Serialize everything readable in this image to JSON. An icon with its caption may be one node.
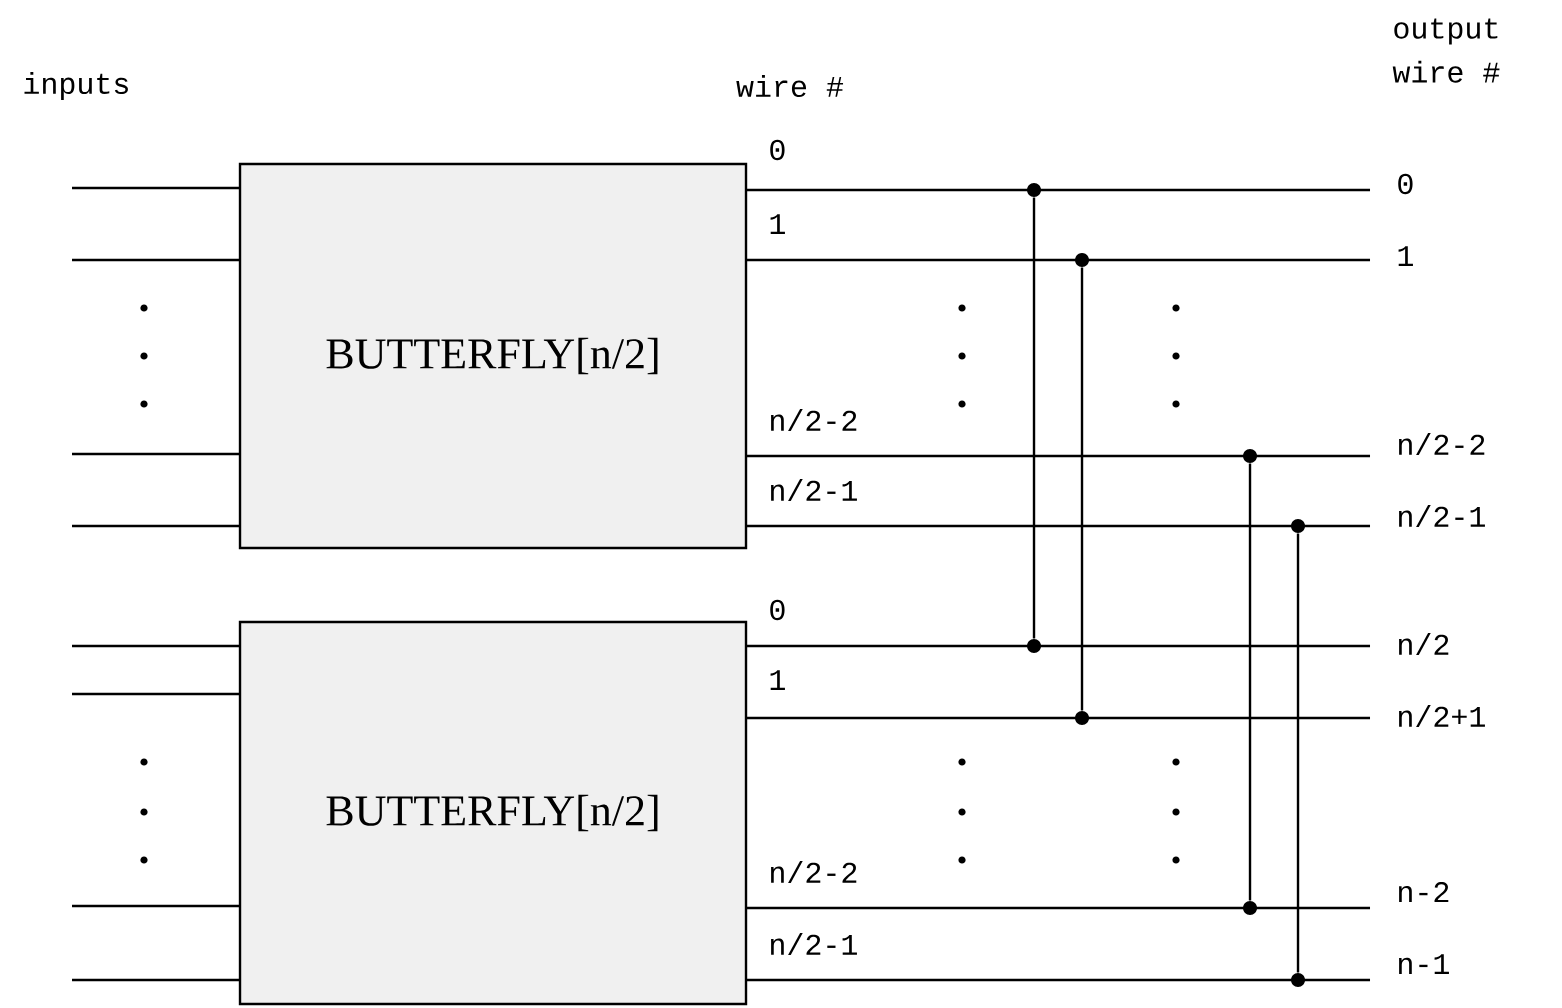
{
  "diagram": {
    "nodes": [
      {
        "text": [
          "BUTTERFLY[n/2]"
        ]
      },
      {
        "text": [
          "BUTTERFLY[n/2]"
        ]
      },
      {
        "text": [],
        "shape": "circle"
      },
      {
        "text": [],
        "shape": "circle"
      },
      {
        "text": [],
        "shape": "circle"
      },
      {
        "text": [],
        "shape": "circle"
      },
      {
        "text": [],
        "shape": "circle"
      },
      {
        "text": [],
        "shape": "circle"
      },
      {
        "text": [],
        "shape": "circle"
      },
      {
        "text": [],
        "shape": "circle"
      }
    ],
    "edges": [
      {
        "from": 2,
        "to": 6,
        "arrow": "none"
      },
      {
        "from": 3,
        "to": 7,
        "arrow": "none"
      },
      {
        "from": 4,
        "to": 8,
        "arrow": "none"
      },
      {
        "from": 5,
        "to": 9,
        "arrow": "none"
      }
    ],
    "labels": [
      "inputs",
      "wire #",
      "output wire #",
      "0",
      "0",
      "1",
      "1",
      "n/2-2",
      "n/2-2",
      "n/2-1",
      "n/2-1",
      "0",
      "n/2",
      "1",
      "n/2+1",
      "n/2-2",
      "n-2",
      "n/2-1",
      "n-1"
    ]
  }
}
